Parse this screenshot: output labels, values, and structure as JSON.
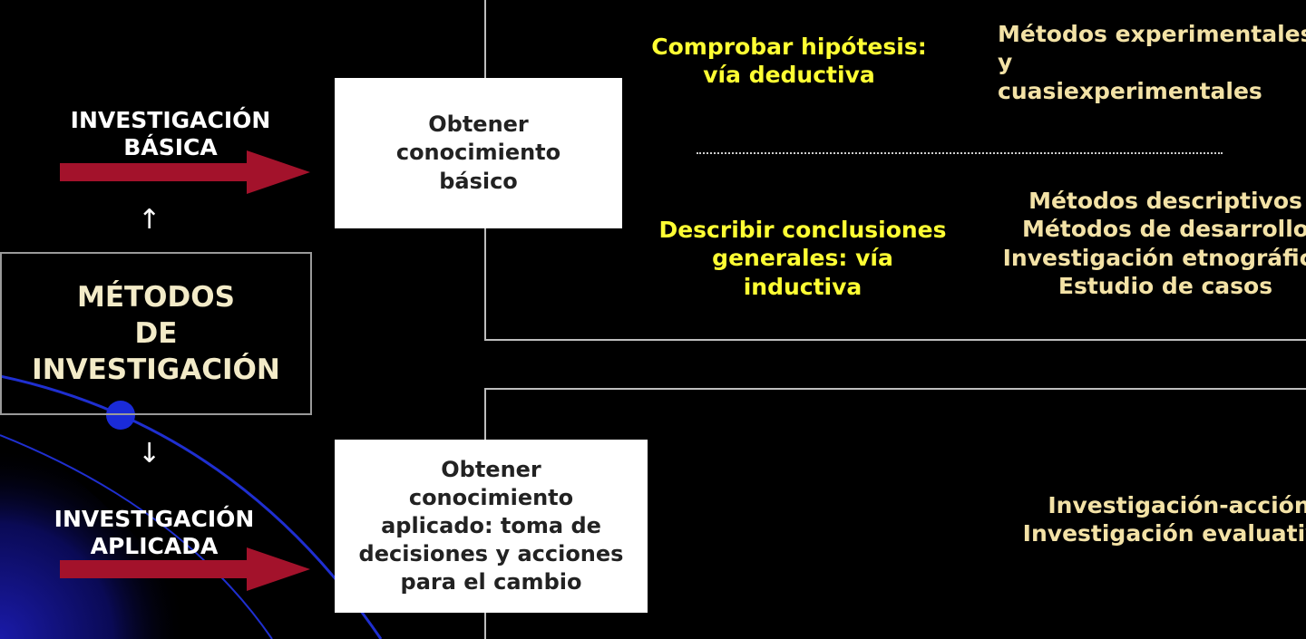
{
  "colors": {
    "background": "#000000",
    "arrow_red": "#a3122b",
    "yellow_text": "#ffff33",
    "cream_text": "#f3e2a6",
    "orbit_blue": "#2233cc"
  },
  "central_box": {
    "label": "MÉTODOS\nDE\nINVESTIGACIÓN"
  },
  "basic": {
    "label": "INVESTIGACIÓN\nBÁSICA",
    "box_label": "Obtener\nconocimiento\nbásico",
    "branches": [
      {
        "objective": "Comprobar hipótesis:\nvía deductiva",
        "methods": "Métodos experimentales y\ncuasiexperimentales"
      },
      {
        "objective": "Describir conclusiones\ngenerales: vía\ninductiva",
        "methods": "Métodos descriptivos\nMétodos de desarrollo\nInvestigación etnográfica\nEstudio de casos"
      }
    ]
  },
  "applied": {
    "label": "INVESTIGACIÓN\nAPLICADA",
    "box_label": "Obtener\nconocimiento\naplicado: toma de\ndecisiones y acciones\npara el cambio",
    "methods": "Investigación-acción\nInvestigación evaluativa"
  },
  "icons": {
    "up_arrow": "↑",
    "down_arrow": "↓"
  }
}
